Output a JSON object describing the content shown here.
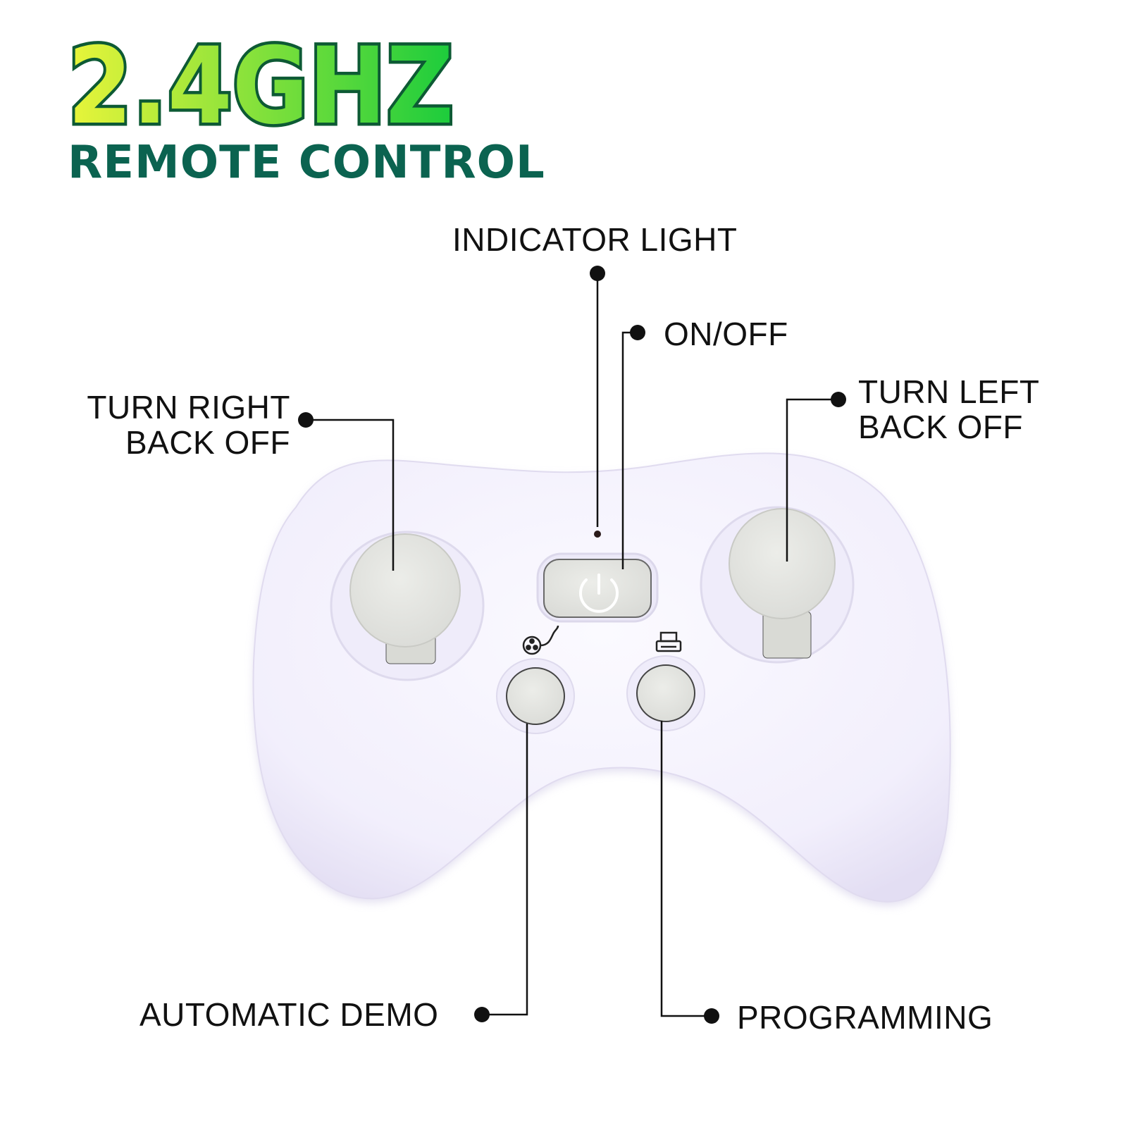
{
  "header": {
    "frequency_title": "2.4GHZ",
    "subtitle": "REMOTE CONTROL"
  },
  "labels": {
    "indicator_light": "INDICATOR LIGHT",
    "on_off": "ON/OFF",
    "turn_right_line1": "TURN RIGHT",
    "turn_right_line2": "BACK OFF",
    "turn_left_line1": "TURN LEFT",
    "turn_left_line2": "BACK OFF",
    "automatic_demo": "AUTOMATIC DEMO",
    "programming": "PROGRAMMING"
  },
  "colors": {
    "title_gradient_start": "#e9f53a",
    "title_gradient_end": "#1bcc3c",
    "title_outline": "#0d5a34",
    "subtitle": "#0b6350",
    "controller_body": "#f6f3fe",
    "controller_shadow": "#d9d4ec",
    "button_grey": "#e4e5e1",
    "callout_line": "#111111"
  },
  "icons": {
    "power_button": "power-icon",
    "demo_button": "film-reel-icon",
    "programming_button": "printer-icon",
    "left_stick": "joystick-icon",
    "right_stick": "joystick-icon"
  }
}
